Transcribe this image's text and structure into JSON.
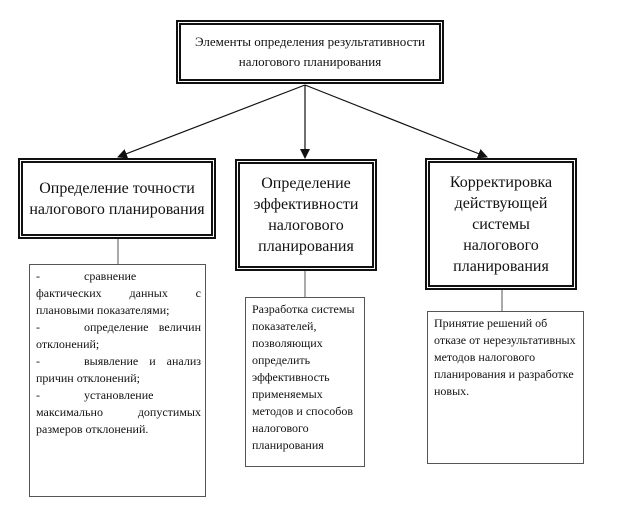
{
  "title": "Элементы определения результативности налогового планирования",
  "branches": [
    {
      "label": "Определение точности налогового планирования",
      "items": [
        "сравнение фактических данных с плановыми показателями;",
        "определение величин отклонений;",
        "выявление и анализ причин отклонений;",
        "установление максимально допустимых размеров отклонений."
      ]
    },
    {
      "label": "Определение эффективности налогового планирования",
      "description": "Разработка системы показателей, позволяющих определить эффективность применяемых методов и способов налогового планирования"
    },
    {
      "label": "Корректировка действующей системы налогового планирования",
      "description": "Принятие решений об отказе от нерезультативных методов налогового планирования и разработке новых."
    }
  ],
  "colors": {
    "line": "#111111",
    "thin_border": "#555555",
    "background": "#ffffff"
  }
}
